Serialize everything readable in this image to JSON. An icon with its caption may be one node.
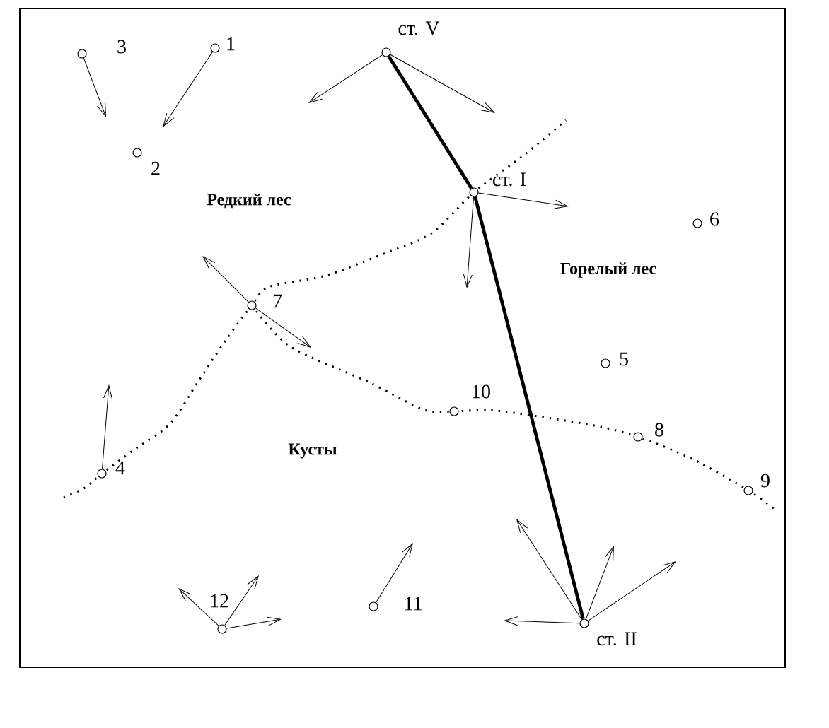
{
  "diagram": {
    "nodes": [
      {
        "text": [],
        "shape": "circle",
        "beside": [
          "ст. V"
        ]
      },
      {
        "text": [],
        "shape": "circle",
        "beside": [
          "1"
        ]
      },
      {
        "text": [],
        "shape": "circle",
        "beside": [
          "3"
        ]
      },
      {
        "text": [],
        "shape": "circle",
        "beside": [
          "2"
        ]
      },
      {
        "text": [],
        "shape": "circle",
        "beside": [
          "ст. I"
        ]
      },
      {
        "text": [],
        "shape": "circle",
        "beside": [
          "6"
        ]
      },
      {
        "text": [],
        "shape": "circle",
        "beside": [
          "7"
        ]
      },
      {
        "text": [],
        "shape": "circle",
        "beside": [
          "5"
        ]
      },
      {
        "text": [],
        "shape": "circle",
        "beside": [
          "10"
        ]
      },
      {
        "text": [],
        "shape": "circle",
        "beside": [
          "8"
        ]
      },
      {
        "text": [],
        "shape": "circle",
        "beside": [
          "4"
        ]
      },
      {
        "text": [],
        "shape": "circle",
        "beside": [
          "9"
        ]
      },
      {
        "text": [],
        "shape": "circle",
        "beside": [
          "11"
        ]
      },
      {
        "text": [],
        "shape": "circle",
        "beside": [
          "12"
        ]
      },
      {
        "text": [],
        "shape": "circle",
        "beside": [
          "ст. II"
        ]
      }
    ],
    "edges": [
      {
        "from": 0,
        "to": 4,
        "arrow": "none",
        "style": "thick"
      },
      {
        "from": 4,
        "to": 14,
        "arrow": "none",
        "style": "thick"
      },
      {
        "from": 1,
        "to": null,
        "arrow": "to"
      },
      {
        "from": 2,
        "to": null,
        "arrow": "to"
      },
      {
        "from": 0,
        "to": null,
        "arrow": "to"
      },
      {
        "from": 0,
        "to": null,
        "arrow": "to"
      },
      {
        "from": 4,
        "to": null,
        "arrow": "to"
      },
      {
        "from": 4,
        "to": null,
        "arrow": "to"
      },
      {
        "from": 6,
        "to": null,
        "arrow": "to"
      },
      {
        "from": 6,
        "to": null,
        "arrow": "to"
      },
      {
        "from": 10,
        "to": null,
        "arrow": "to"
      },
      {
        "from": 12,
        "to": null,
        "arrow": "to"
      },
      {
        "from": 13,
        "to": null,
        "arrow": "to"
      },
      {
        "from": 13,
        "to": null,
        "arrow": "to"
      },
      {
        "from": 13,
        "to": null,
        "arrow": "to"
      },
      {
        "from": 14,
        "to": null,
        "arrow": "to"
      },
      {
        "from": 14,
        "to": null,
        "arrow": "to"
      },
      {
        "from": 14,
        "to": null,
        "arrow": "to"
      },
      {
        "from": 14,
        "to": null,
        "arrow": "to"
      }
    ],
    "labels": [
      "Редкий лес",
      "Горелый лес",
      "Кусты"
    ]
  }
}
